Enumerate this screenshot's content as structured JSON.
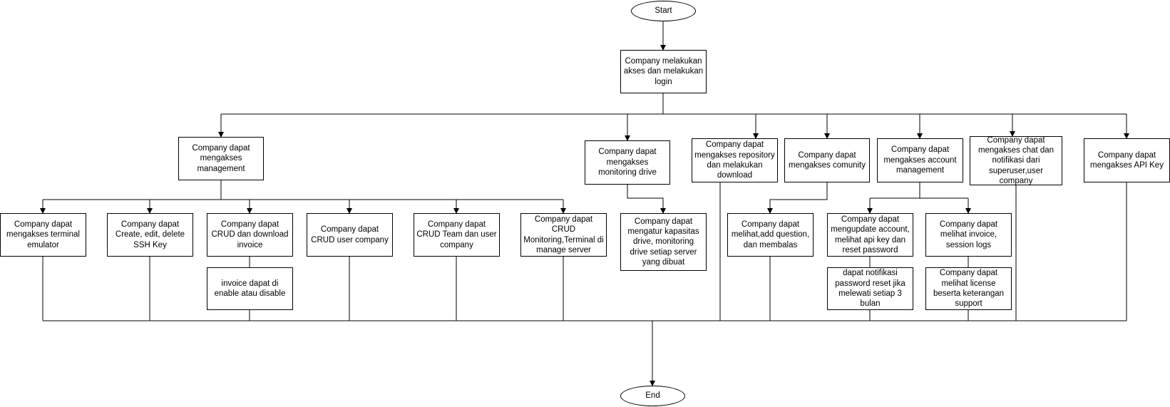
{
  "nodes": {
    "start": "Start",
    "login": "Company melakukan akses dan melakukan login",
    "management": "Company dapat mengakses management",
    "monitoring_drive": "Company dapat mengakses monitoring drive",
    "repository": "Company dapat mengakses repository dan melakukan download",
    "comunity": "Company dapat mengakses comunity",
    "account_mgmt": "Company dapat mengakses account management",
    "chat_notif": "Company dapat mengakses chat dan notifikasi dari superuser,user company",
    "api_key": "Company dapat mengakses API Key",
    "terminal_emulator": "Company dapat mengakses terminal emulator",
    "ssh_key": "Company dapat Create, edit, delete SSH Key",
    "crud_invoice": "Company dapat CRUD dan download invoice",
    "crud_user": "Company dapat CRUD user company",
    "crud_team": "Company dapat CRUD Team dan user company",
    "crud_monitoring": "Company dapat CRUD Monitoring,Terminal di manage server",
    "invoice_toggle": "invoice dapat di enable atau disable",
    "kapasitas": "Company dapat mengatur kapasitas drive, monitoring drive setiap server yang dibuat",
    "question": "Company dapat melihat,add question, dan membalas",
    "update_account": "Company dapat mengupdate account, melihat api key dan reset password",
    "notif_password": "dapat notifikasi password reset jika melewati setiap 3 bulan",
    "invoice_logs": "Company dapat melihat invoice, session logs",
    "license": "Company dapat melihat license beserta keterangan support",
    "end": "End"
  }
}
